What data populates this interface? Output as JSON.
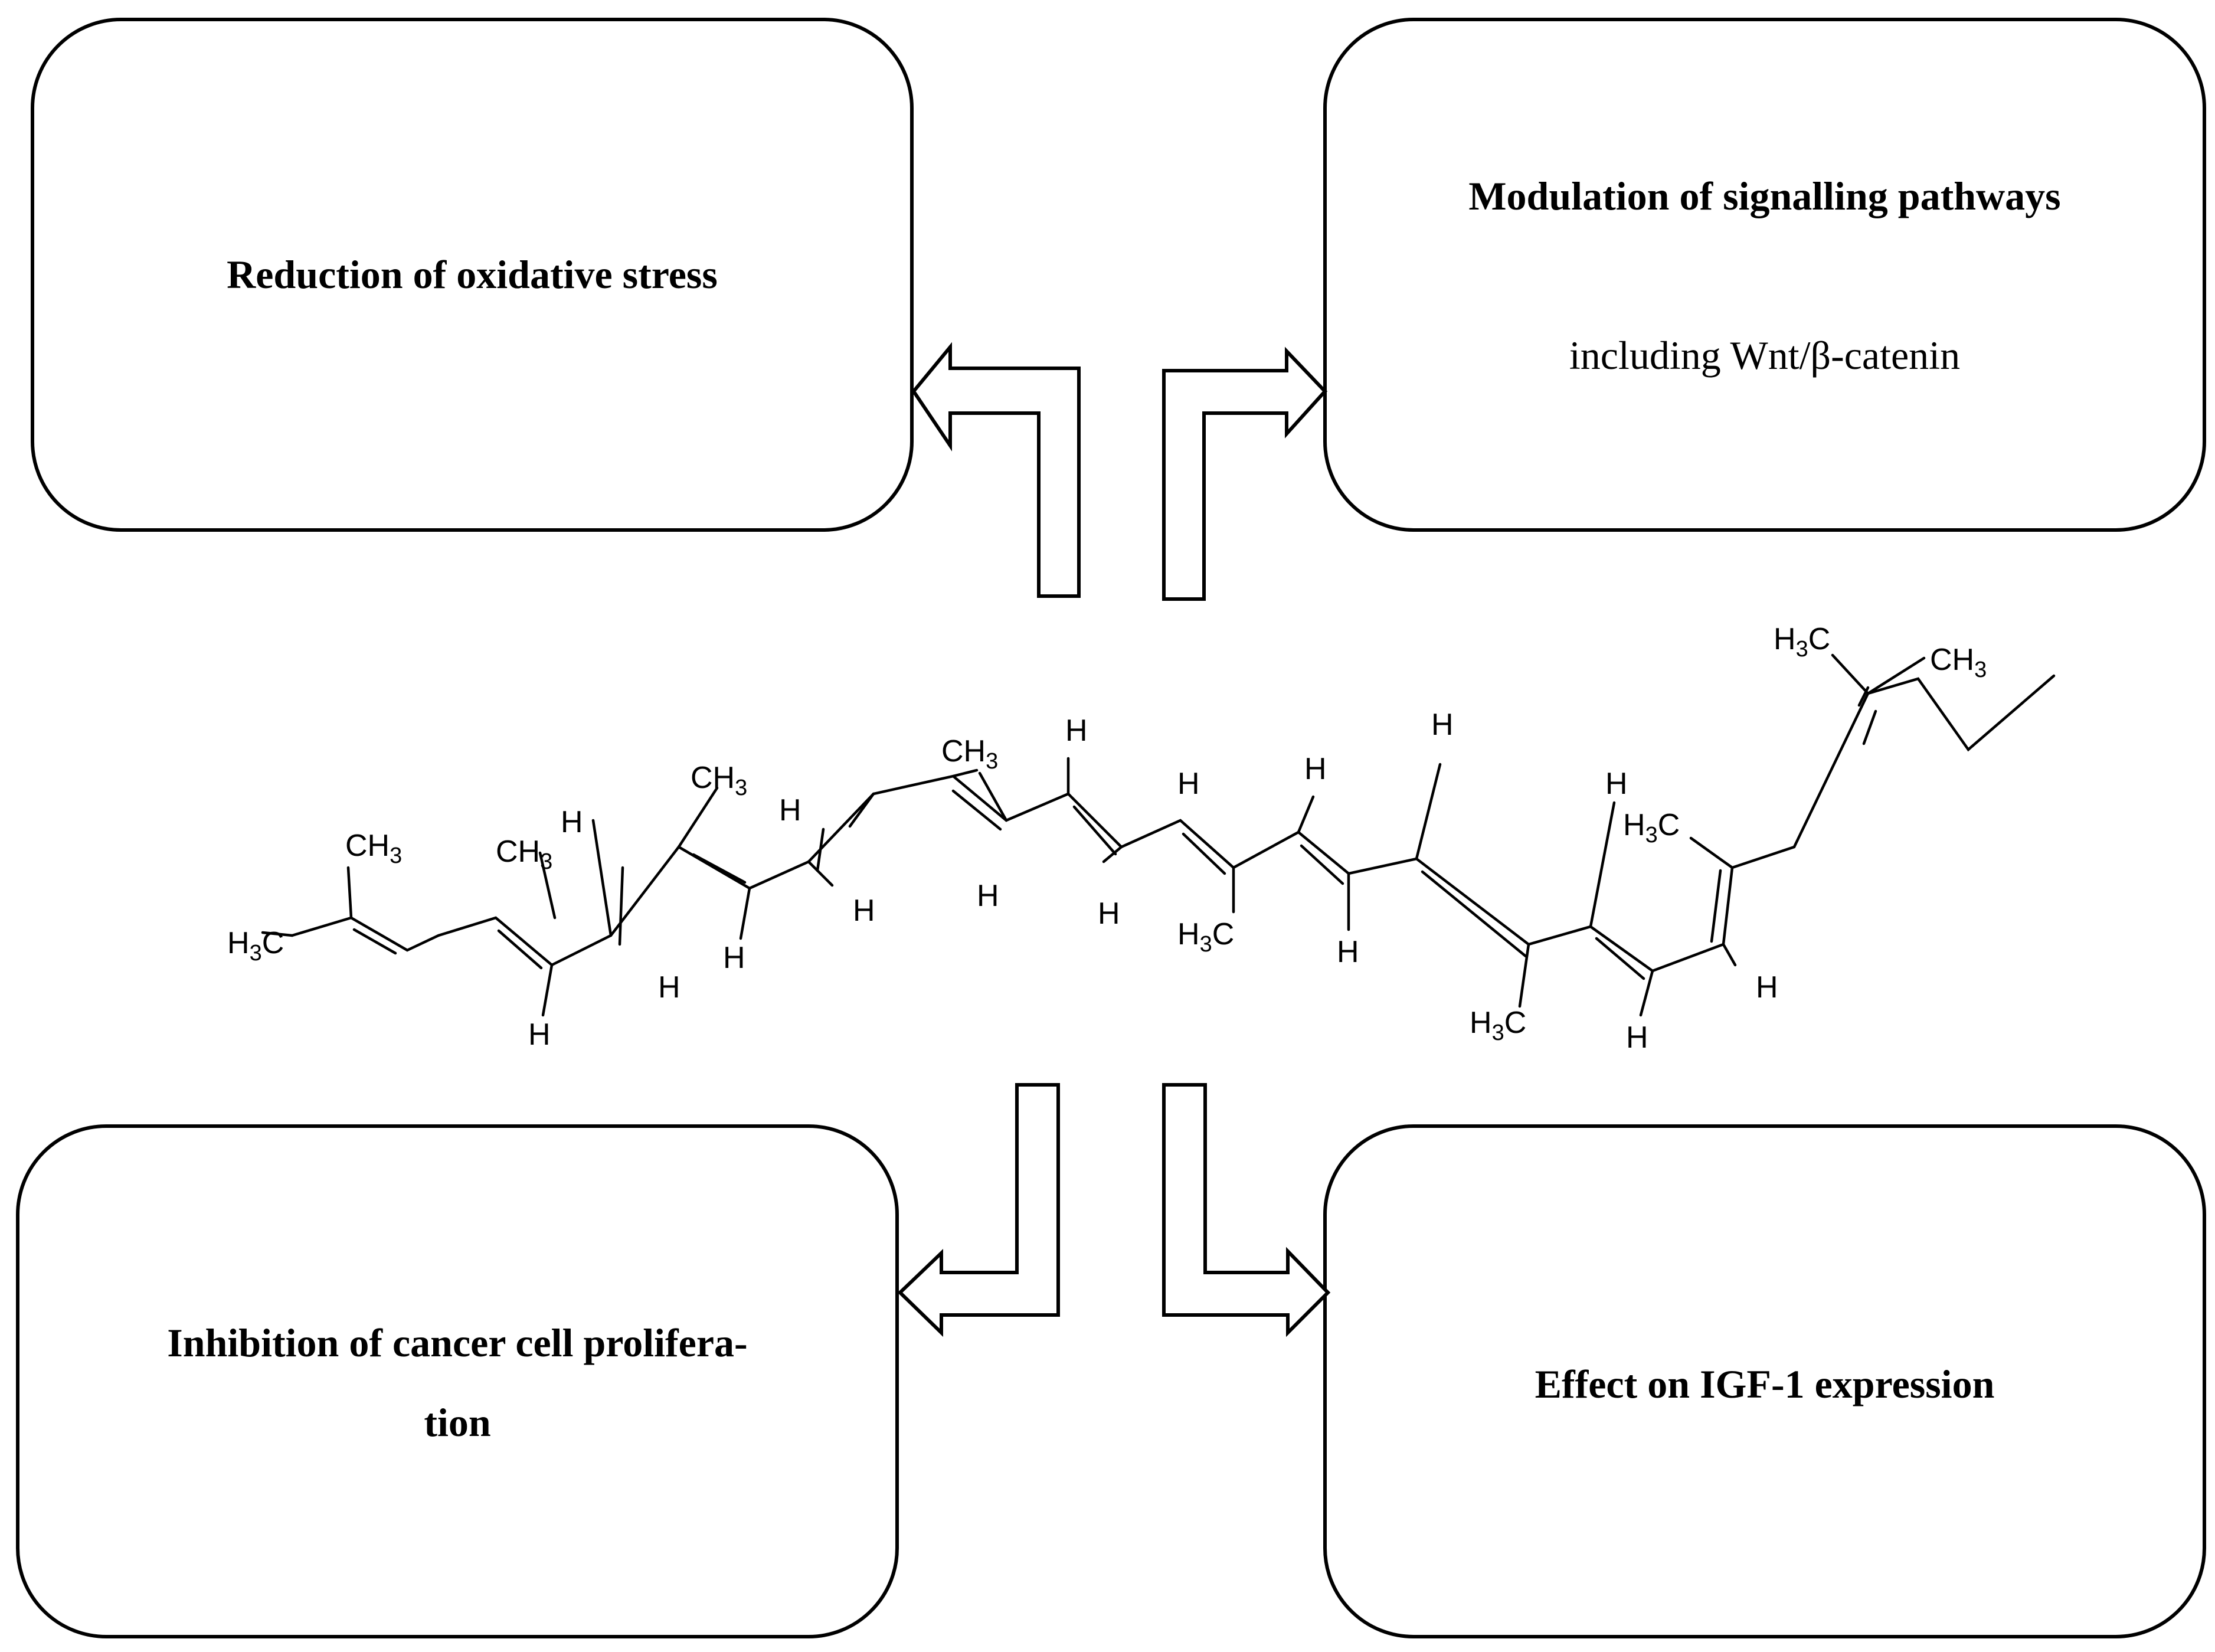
{
  "boxes": {
    "top_left": {
      "title": "Reduction of oxidative stress"
    },
    "top_right": {
      "title": "Modulation of signalling pathways",
      "subtitle": "including Wnt/β-catenin"
    },
    "bottom_left": {
      "title_line1": "Inhibition of cancer cell prolifera-",
      "title_line2": "tion"
    },
    "bottom_right": {
      "title": "Effect on IGF-1 expression"
    }
  },
  "molecule": {
    "labels": {
      "ch3": "CH3",
      "h3c": "H3C",
      "h": "H"
    }
  },
  "icons": {
    "arrows": [
      "bent-arrow-up-left",
      "bent-arrow-up-right",
      "bent-arrow-down-left",
      "bent-arrow-down-right"
    ]
  }
}
